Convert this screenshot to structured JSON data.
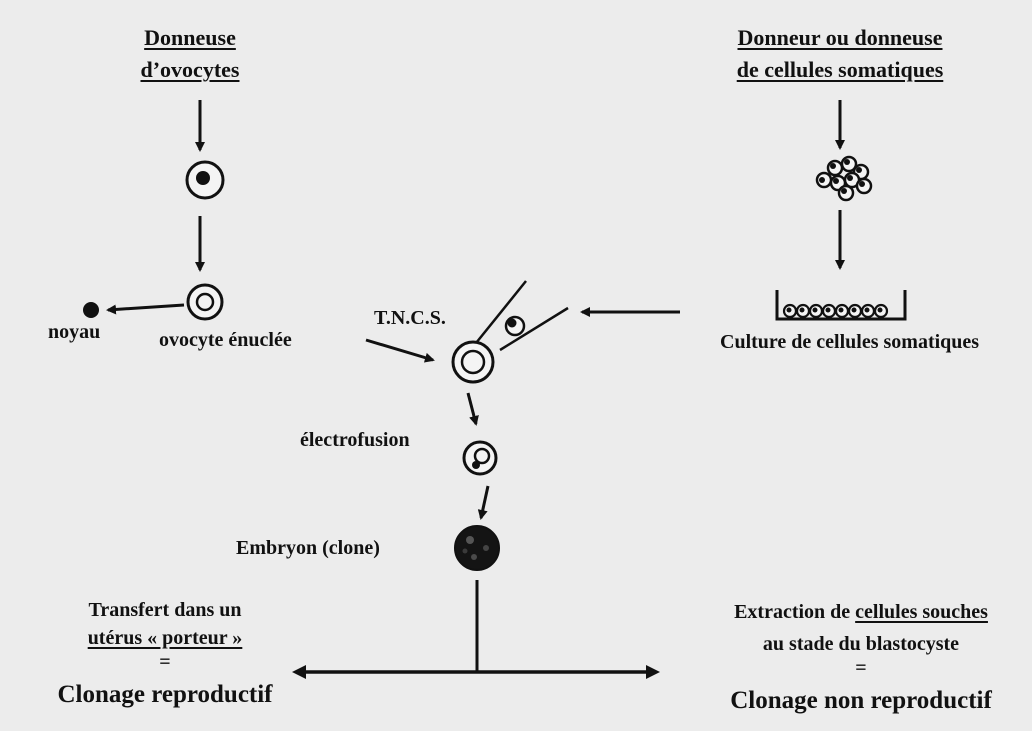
{
  "left_source": {
    "line1": "Donneuse",
    "line2": "d’ovocytes"
  },
  "right_source": {
    "line1": "Donneur ou donneuse",
    "line2": "de cellules somatiques"
  },
  "labels": {
    "noyau": "noyau",
    "ovocyte": "ovocyte énuclée",
    "tncs": "T.N.C.S.",
    "culture": "Culture de cellules somatiques",
    "electrofusion": "électrofusion",
    "embryon": "Embryon (clone)"
  },
  "outcome_left": {
    "line1": "Transfert dans un",
    "line2": "utérus « porteur »",
    "equals": "=",
    "result": "Clonage reproductif"
  },
  "outcome_right": {
    "line1_pre": "Extraction de ",
    "line1_underlined": "cellules souches",
    "line2": "au stade du blastocyste",
    "equals": "=",
    "result": "Clonage non reproductif"
  }
}
